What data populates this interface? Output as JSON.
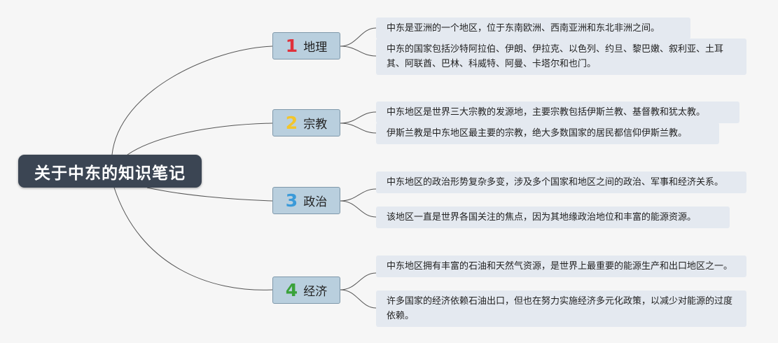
{
  "root": {
    "title": "关于中东的知识笔记"
  },
  "topics": [
    {
      "num": "1",
      "num_color": "#e0303a",
      "label": "地理",
      "notes": [
        "中东是亚洲的一个地区，位于东南欧洲、西南亚洲和东北非洲之间。",
        "中东的国家包括沙特阿拉伯、伊朗、伊拉克、以色列、约旦、黎巴嫩、叙利亚、土耳其、阿联酋、巴林、科威特、阿曼、卡塔尔和也门。"
      ]
    },
    {
      "num": "2",
      "num_color": "#f2c52c",
      "label": "宗教",
      "notes": [
        "中东地区是世界三大宗教的发源地，主要宗教包括伊斯兰教、基督教和犹太教。",
        "伊斯兰教是中东地区最主要的宗教，绝大多数国家的居民都信仰伊斯兰教。"
      ]
    },
    {
      "num": "3",
      "num_color": "#3a9ad9",
      "label": "政治",
      "notes": [
        "中东地区的政治形势复杂多变，涉及多个国家和地区之间的政治、军事和经济关系。",
        "该地区一直是世界各国关注的焦点，因为其地缘政治地位和丰富的能源资源。"
      ]
    },
    {
      "num": "4",
      "num_color": "#3aa23a",
      "label": "经济",
      "notes": [
        "中东地区拥有丰富的石油和天然气资源，是世界上最重要的能源生产和出口地区之一。",
        "许多国家的经济依赖石油出口，但也在努力实施经济多元化政策，以减少对能源的过度依赖。"
      ]
    }
  ]
}
